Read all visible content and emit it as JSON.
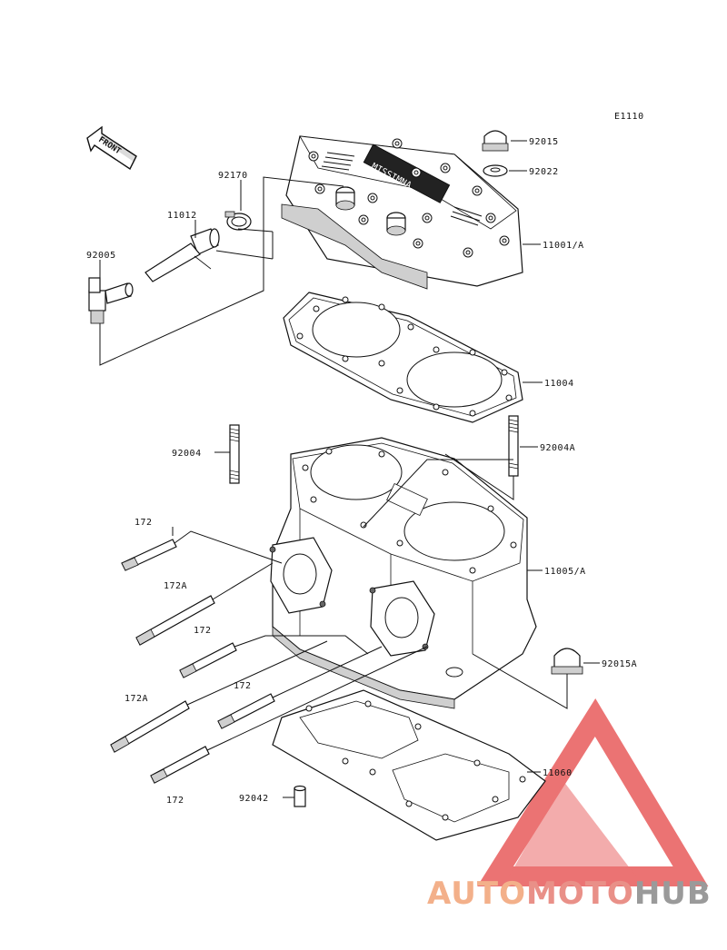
{
  "diagram_code": "E1110",
  "front_arrow_label": "FRONT",
  "parts": {
    "p92015": "92015",
    "p92022": "92022",
    "p92170": "92170",
    "p11012": "11012",
    "p92005": "92005",
    "p11001A": "11001/A",
    "p11004": "11004",
    "p92004": "92004",
    "p92004A": "92004A",
    "p172_a": "172",
    "p172A_a": "172A",
    "p172_b": "172",
    "p172_c": "172",
    "p172A_b": "172A",
    "p172_d": "172",
    "p11005A": "11005/A",
    "p92015A": "92015A",
    "p11060": "11060",
    "p92042": "92042"
  },
  "watermark": {
    "prefix": "AUTO",
    "middle": "MOTO",
    "suffix": "HUB",
    "color_light": "#f3b08a",
    "color_dark": "#9a9a9a",
    "triangle_color": "#e85b5b"
  }
}
